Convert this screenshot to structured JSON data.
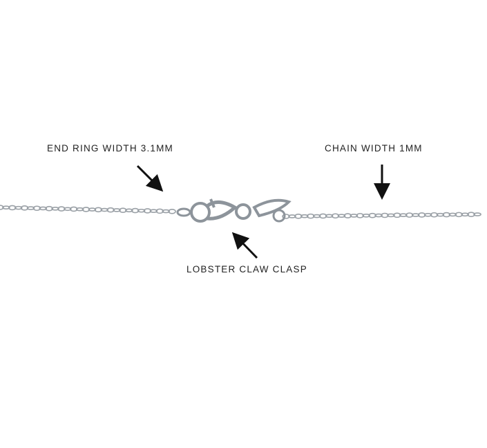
{
  "labels": {
    "end_ring": "END RING WIDTH 3.1MM",
    "chain_width": "CHAIN WIDTH 1MM",
    "clasp": "LOBSTER CLAW CLASP"
  },
  "colors": {
    "metal": "#9aa0a6",
    "text": "#222222",
    "arrow": "#111111"
  }
}
